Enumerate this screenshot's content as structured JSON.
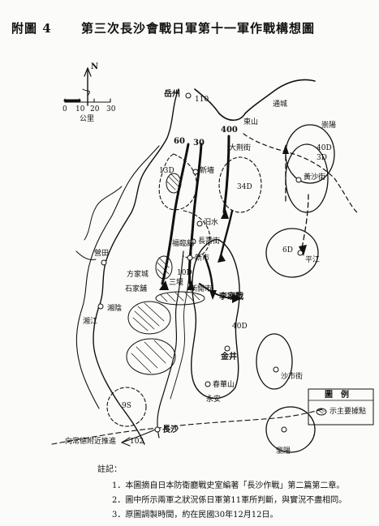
{
  "header": {
    "figure_label": "附圖 4",
    "title": "第三次長沙會戰日軍第十一軍作戰構想圖"
  },
  "compass": {
    "north": "N",
    "scale_ticks": [
      "0",
      "10",
      "20",
      "30"
    ],
    "scale_unit": "公里"
  },
  "places": {
    "yueyang": "岳州",
    "xinqiang": "新墻",
    "lushui": "汨水",
    "changshou": "長壽街",
    "xinshi": "新市",
    "jinjing": "金井",
    "chunhuashan": "春華山",
    "changsha": "長沙",
    "fangjia": "方家城",
    "xiangyin": "湘陰",
    "mintian": "營田",
    "liuyang": "瀏陽",
    "pingjiang": "平江",
    "bijiang": "通城",
    "lishan": "李家戰",
    "yongan": "永安",
    "yanjia": "黃沙街",
    "chongyang": "崇陽",
    "shasha": "沙市街",
    "xiangyang": "福臨舖",
    "fuliu": "湘江",
    "shidianwan": "新開市",
    "louzhu": "大荆街",
    "dongshan": "東山",
    "moudu": "三堰",
    "zhoushan": "石家舗"
  },
  "units": {
    "u110": "110",
    "u60": "60",
    "u30": "30",
    "u400": "400",
    "u13d": "13D",
    "u34d": "34D",
    "u40d": "40D",
    "u3d": "3D",
    "u6d": "6D",
    "u40d2": "40D",
    "u10d": "10D",
    "u9s": "9S",
    "u102": "102"
  },
  "direction_note": "向常德附近推進",
  "legend": {
    "title": "圖　例",
    "item": "示主要據點"
  },
  "notes": {
    "heading": "註記：",
    "n1": "1．本圖摘自日本防衛廳戰史室編著「長沙作戰」第二篇第二章。",
    "n2": "2．圖中所示兩軍之狀況係日軍第11軍所判斷，與實況不盡相同。",
    "n3": "3．原圖調製時間，約在民國30年12月12日。"
  }
}
